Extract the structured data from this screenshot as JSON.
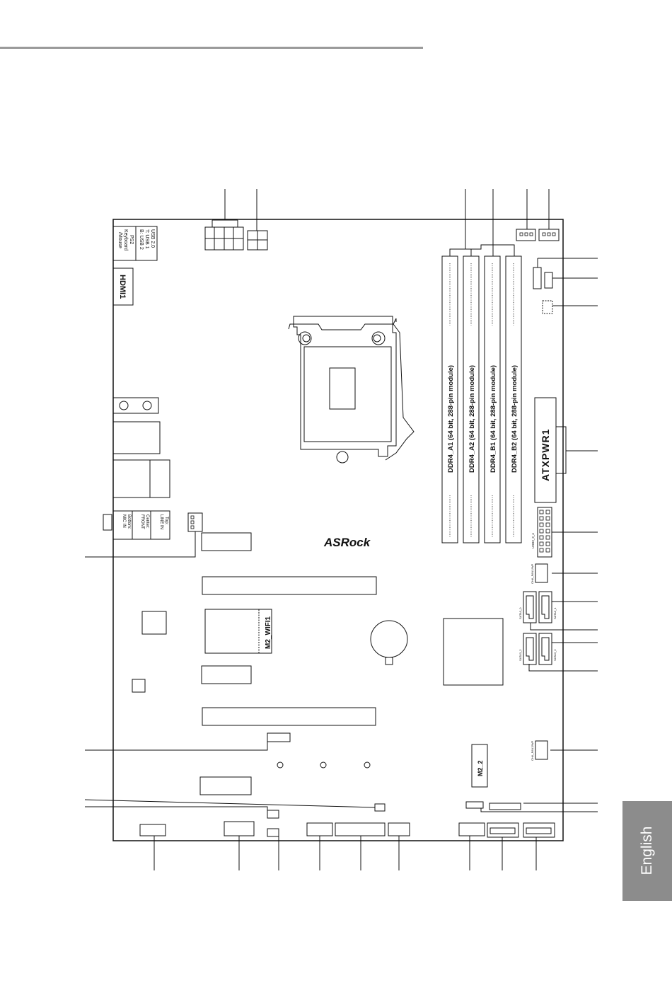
{
  "io_panel": {
    "usb_ps2": [
      "USB 2.0",
      "T: USB 1",
      "B: USB 2"
    ],
    "ps2": [
      "PS2",
      "Keyboard",
      "/Mouse"
    ],
    "hdmi": "HDMI1",
    "audio": [
      [
        "Top:",
        "LINE IN"
      ],
      [
        "Center:",
        "FRONT"
      ],
      [
        "Bottom:",
        "MIC IN"
      ]
    ]
  },
  "memory": {
    "slots": [
      "DDR4_A1 (64 bit, 288-pin module)",
      "DDR4_A2 (64 bit, 288-pin module)",
      "DDR4_B1 (64 bit, 288-pin module)",
      "DDR4_B2 (64 bit, 288-pin module)"
    ]
  },
  "power": {
    "atx": "ATXPWR1"
  },
  "brand": {
    "logo": "ASRock"
  },
  "headers": {
    "usb3": "USB3_3_4",
    "cha_fan1": "CHA_FAN1/WP",
    "cha_fan2": "CHA_FAN2/WP",
    "sata": [
      "SATA3_0",
      "SATA3_1",
      "SATA3_2",
      "SATA3_3"
    ]
  },
  "m2": {
    "wifi": "M2_WIFI1",
    "m2_2": "M2_2"
  },
  "language_tab": "English"
}
